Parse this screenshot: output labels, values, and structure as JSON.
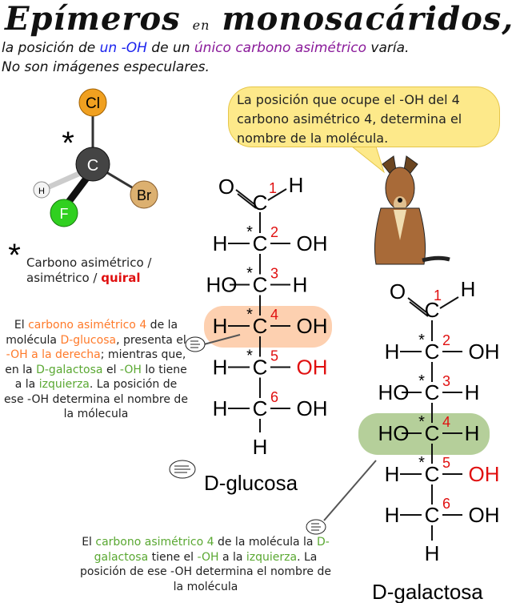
{
  "title": {
    "main": "Epímeros",
    "en": "en",
    "rest": "monosacáridos,"
  },
  "subtitle": {
    "p1": "la posición de ",
    "p2": "un -OH",
    "p3": " de un ",
    "p4": "único carbono asimétrico",
    "p5": " varía.",
    "line2": "No son imágenes especulares."
  },
  "molecule3d": {
    "center": "C",
    "top": "Cl",
    "right": "Br",
    "bottom": "F",
    "left": "H",
    "asterisk": "*"
  },
  "legend": {
    "asterisk": "*",
    "label": "Carbono asimétrico / ",
    "quiral": "quiral"
  },
  "bubble": {
    "text": "La posición que ocupe el -OH del 4 carbono asimétrico 4, determina el nombre de la molécula."
  },
  "glucose_note": {
    "t1": "El ",
    "t2": "carbono asimétrico 4",
    "t3": " de la molécula ",
    "t4": "D-glucosa",
    "t5": ", presenta el ",
    "t6": "-OH a la derecha",
    "t7": "; mientras que, en la ",
    "t8": "D-galactosa",
    "t9": " el ",
    "t10": "-OH",
    "t11": " lo tiene a la ",
    "t12": "izquierza",
    "t13": ". La posición de ese -OH determina el nombre de  la mólecula"
  },
  "galactose_note": {
    "t1": "El ",
    "t2": "carbono asimétrico 4",
    "t3": " de la molécula la ",
    "t4": "D-galactosa",
    "t5": " tiene el ",
    "t6": "-OH",
    "t7": " a la ",
    "t8": "izquierza",
    "t9": ". La posición de ese -OH determina el nombre de  la molécula"
  },
  "glucose": {
    "name": "D-glucosa",
    "top": {
      "O": "O",
      "H": "H",
      "C": "C",
      "num": "1"
    },
    "rows": [
      {
        "l": "H",
        "r": "OH",
        "num": "2"
      },
      {
        "l": "HO",
        "r": "H",
        "num": "3"
      },
      {
        "l": "H",
        "r": "OH",
        "num": "4"
      },
      {
        "l": "H",
        "r": "OH",
        "num": "5"
      }
    ],
    "c6": {
      "l": "H",
      "r": "OH",
      "num": "6",
      "bottom": "H"
    }
  },
  "galactose": {
    "name": "D-galactosa",
    "top": {
      "O": "O",
      "H": "H",
      "C": "C",
      "num": "1"
    },
    "rows": [
      {
        "l": "H",
        "r": "OH",
        "num": "2"
      },
      {
        "l": "HO",
        "r": "H",
        "num": "3"
      },
      {
        "l": "HO",
        "r": "H",
        "num": "4"
      },
      {
        "l": "H",
        "r": "OH",
        "num": "5"
      }
    ],
    "c6": {
      "l": "H",
      "r": "OH",
      "num": "6",
      "bottom": "H"
    }
  },
  "colors": {
    "orange_highlight": "#fdd0b0",
    "green_highlight": "#b5cf9a",
    "bubble": "#fde98a"
  }
}
